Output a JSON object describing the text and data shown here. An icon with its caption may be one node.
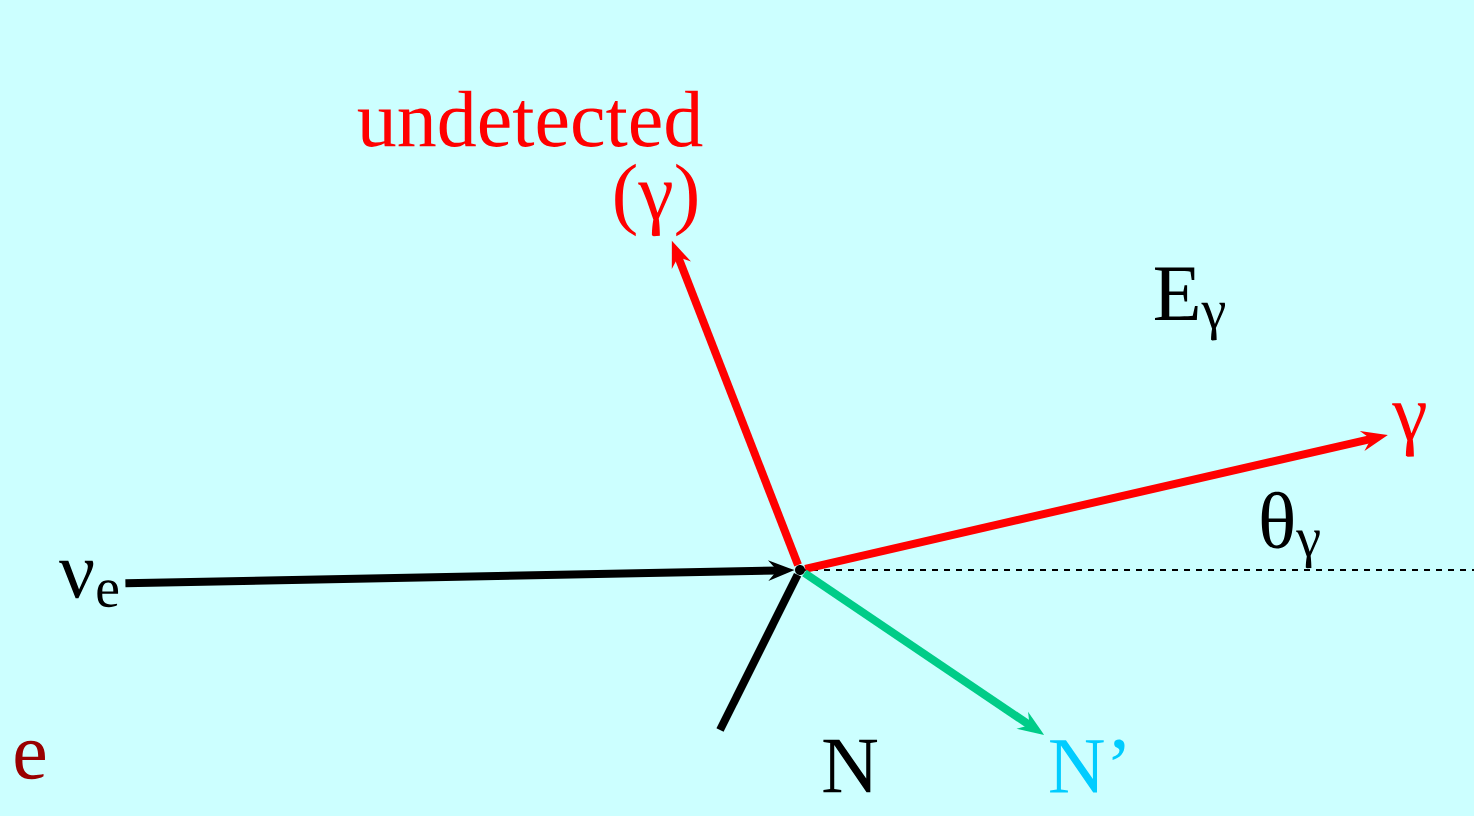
{
  "diagram": {
    "nodes": [
      {
        "text": [
          "ν$_{e}$"
        ]
      },
      {
        "text": [],
        "shape": "dot"
      },
      {
        "text": [
          "undetected",
          "(γ)"
        ]
      },
      {
        "text": [
          "γ"
        ]
      },
      {
        "text": [
          "N’"
        ]
      }
    ],
    "edges": [
      {
        "from": 0,
        "to": 1,
        "arrow": "to"
      },
      {
        "from": 1,
        "to": 2,
        "arrow": "to",
        "color": "#ff0000"
      },
      {
        "from": 1,
        "to": 3,
        "arrow": "to",
        "color": "#ff0000"
      },
      {
        "from": 1,
        "to": 4,
        "arrow": "to",
        "color": "#00cc88"
      },
      {
        "from": null,
        "to": 1,
        "arrow": "none"
      }
    ],
    "labels": [
      "E$_{γ}$",
      "θ$_{γ}$",
      "N",
      "e"
    ]
  }
}
